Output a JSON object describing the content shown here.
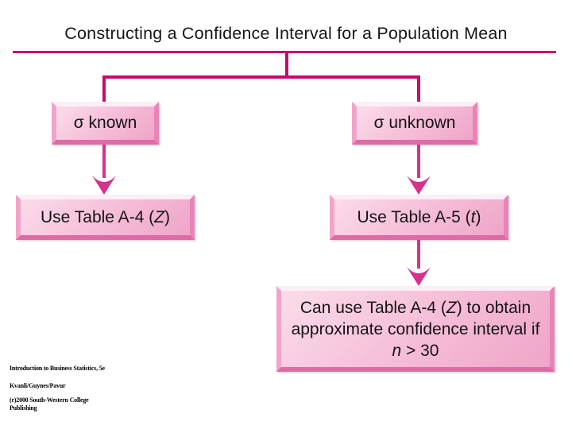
{
  "title": "Constructing a Confidence Interval for a Population Mean",
  "colors": {
    "connector": "#c70a6d",
    "arrow": "#d8308f",
    "box_face_light": "#fbdcea",
    "box_face_dark": "#efa5c8"
  },
  "diagram": {
    "nodes": {
      "sigma_known": {
        "label": "σ known"
      },
      "sigma_unknown": {
        "label": "σ unknown"
      },
      "use_table_a4": {
        "prefix": "Use Table A-4 (",
        "variable": "Z",
        "suffix": ")"
      },
      "use_table_a5": {
        "prefix": "Use Table A-5 (",
        "variable": "t",
        "suffix": ")"
      },
      "large_sample_note": {
        "part1": "Can use Table A-4 (",
        "var1": "Z",
        "part2": ") to obtain approximate confidence interval if ",
        "var2": "n",
        "part3": " > 30"
      }
    }
  },
  "footer": {
    "lines": [
      "Introduction to Business Statistics, 5e",
      "Kvanli/Guynes/Pavur",
      "(r)2000 South-Western College",
      "Publishing"
    ]
  }
}
